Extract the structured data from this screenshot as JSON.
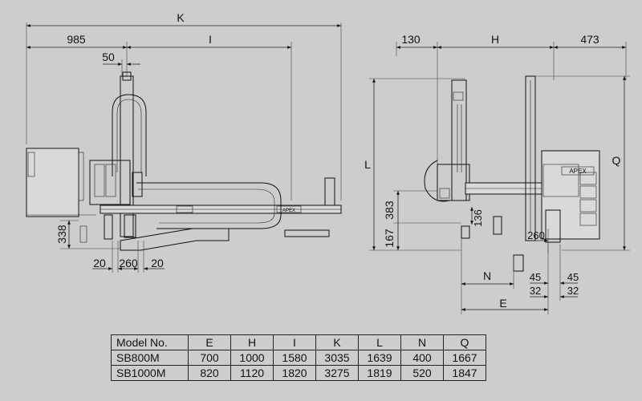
{
  "side_view": {
    "labels": {
      "K": "K",
      "d985": "985",
      "I": "I",
      "d50": "50",
      "d338": "338",
      "d20a": "20",
      "d260": "260",
      "d20b": "20"
    },
    "brand": "APEX"
  },
  "front_view": {
    "labels": {
      "d130": "130",
      "H": "H",
      "d473": "473",
      "L": "L",
      "Q": "Q",
      "d383": "383",
      "d136": "136",
      "d167": "167",
      "d260": "260",
      "N": "N",
      "d45a": "45",
      "d45b": "45",
      "d32a": "32",
      "d32b": "32",
      "E": "E"
    },
    "brand": "APEX"
  },
  "spec_table": {
    "headers": [
      "Model No.",
      "E",
      "H",
      "I",
      "K",
      "L",
      "N",
      "Q"
    ],
    "rows": [
      [
        "SB800M",
        "700",
        "1000",
        "1580",
        "3035",
        "1639",
        "400",
        "1667"
      ],
      [
        "SB1000M",
        "820",
        "1120",
        "1820",
        "3275",
        "1819",
        "520",
        "1847"
      ]
    ]
  }
}
